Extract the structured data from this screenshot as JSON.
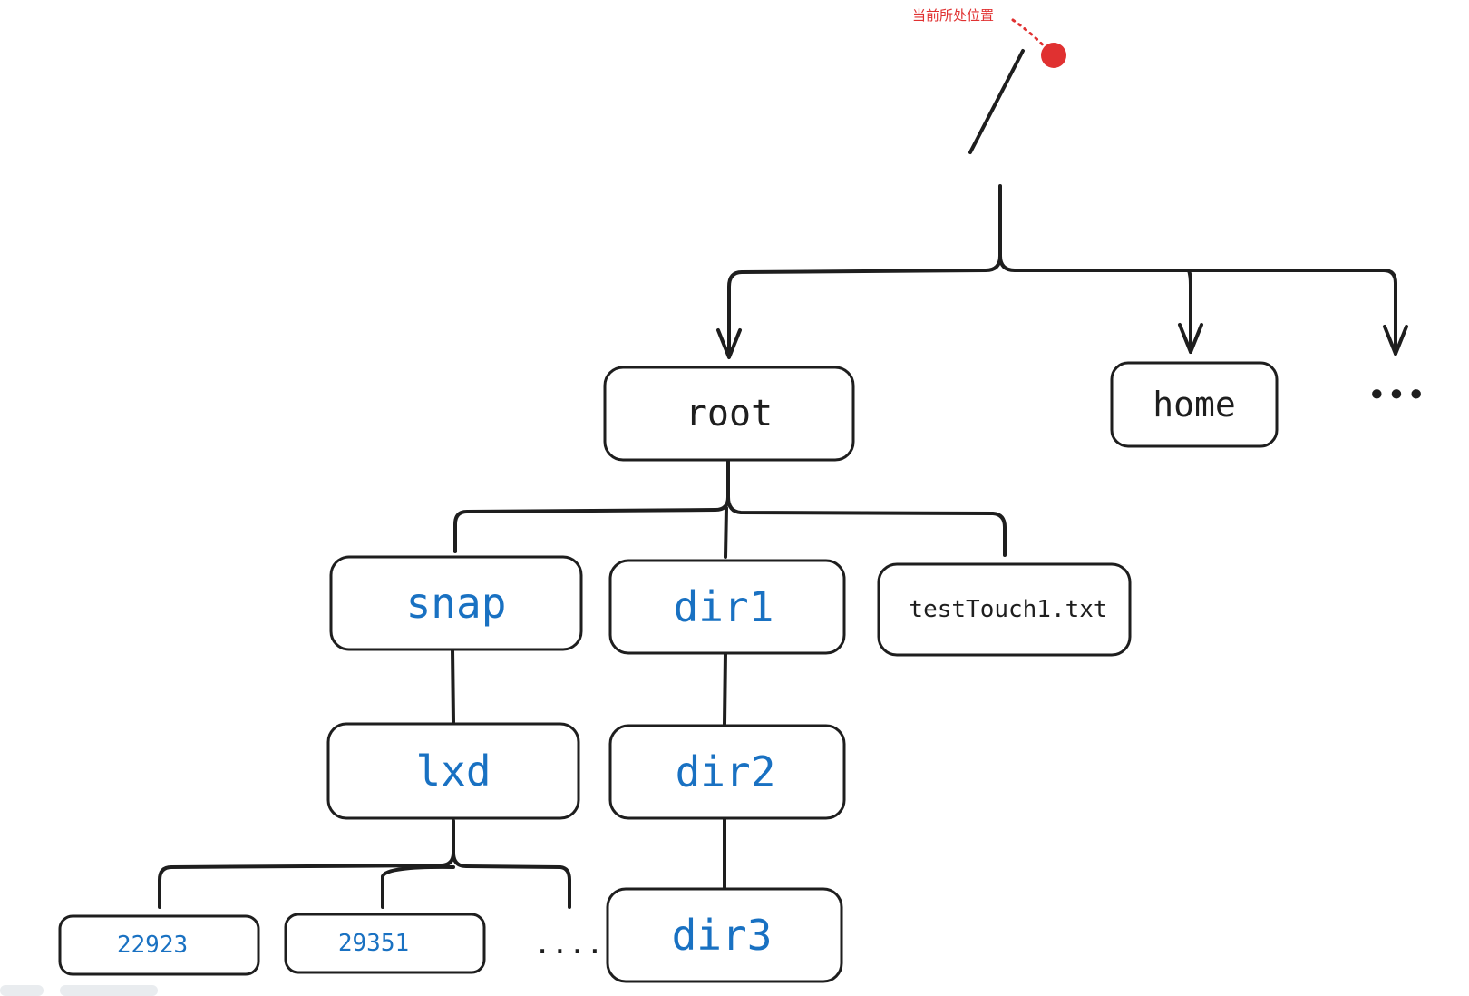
{
  "annotation": {
    "text": "当前所处位置",
    "color": "#e03131"
  },
  "root_symbol": "/",
  "colors": {
    "ink": "#1e1e1e",
    "accent": "#1971c2",
    "marker": "#e03131"
  },
  "nodes": {
    "root": "root",
    "home": "home",
    "top_more": "•••",
    "snap": "snap",
    "dir1": "dir1",
    "test_file": "testTouch1.txt",
    "lxd": "lxd",
    "dir2": "dir2",
    "dir3": "dir3",
    "n22923": "22923",
    "n29351": "29351",
    "bottom_more": "...."
  }
}
